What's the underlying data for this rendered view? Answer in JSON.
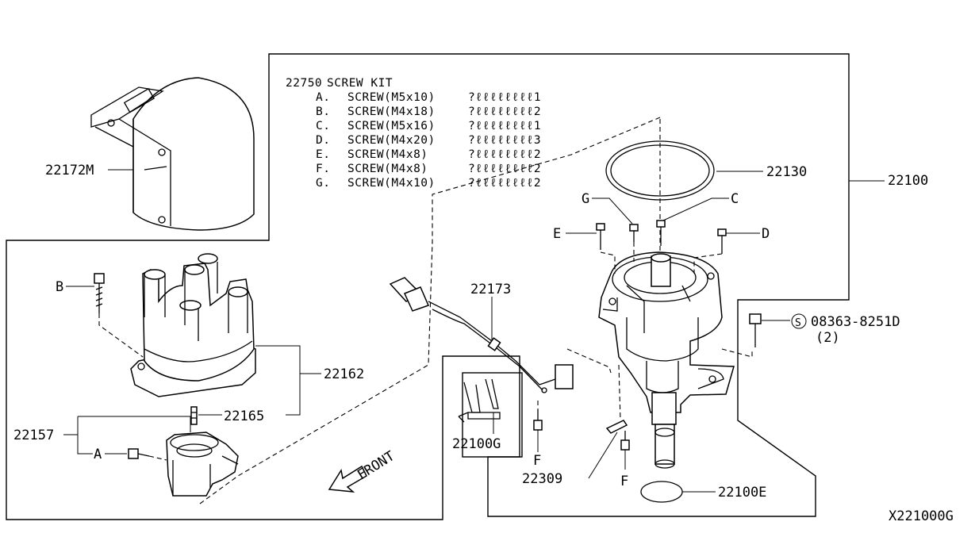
{
  "diagram": {
    "screw_kit": {
      "part_no": "22750",
      "title": "SCREW KIT",
      "items": [
        {
          "letter": "A.",
          "desc": "SCREW(M5x10)",
          "qty": "?ℓℓℓℓℓℓℓℓ1"
        },
        {
          "letter": "B.",
          "desc": "SCREW(M4x18)",
          "qty": "?ℓℓℓℓℓℓℓℓ2"
        },
        {
          "letter": "C.",
          "desc": "SCREW(M5x16)",
          "qty": "?ℓℓℓℓℓℓℓℓ1"
        },
        {
          "letter": "D.",
          "desc": "SCREW(M4x20)",
          "qty": "?ℓℓℓℓℓℓℓℓ3"
        },
        {
          "letter": "E.",
          "desc": "SCREW(M4x8)",
          "qty": "?ℓℓℓℓℓℓℓℓ2"
        },
        {
          "letter": "F.",
          "desc": "SCREW(M4x8)",
          "qty": "?ℓℓℓℓℓℓℓℓ2"
        },
        {
          "letter": "G.",
          "desc": "SCREW(M4x10)",
          "qty": "?ℓℓℓℓℓℓℓℓ2"
        }
      ]
    },
    "labels": {
      "p22172M": "22172M",
      "p22130": "22130",
      "p22100": "22100",
      "p22162": "22162",
      "p22165": "22165",
      "p22157": "22157",
      "p22173": "22173",
      "p22100G": "22100G",
      "p22309": "22309",
      "p22100E": "22100E",
      "p08363": "08363-8251D",
      "p08363_qty": "(2)",
      "s_symbol": "S",
      "A": "A",
      "B": "B",
      "C": "C",
      "D": "D",
      "E": "E",
      "F1": "F",
      "F2": "F",
      "G": "G",
      "front": "FRONT",
      "figure_code": "X221000G"
    }
  }
}
